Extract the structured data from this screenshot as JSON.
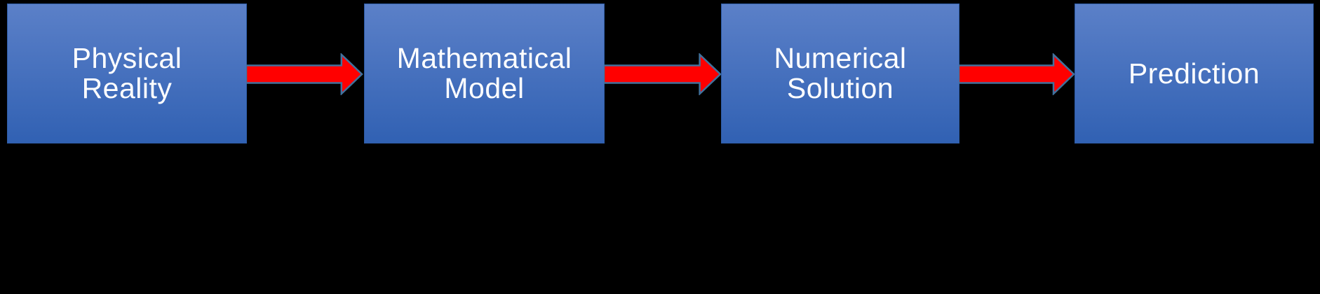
{
  "diagram": {
    "nodes": [
      {
        "id": "physical-reality",
        "label": "Physical\nReality"
      },
      {
        "id": "mathematical-model",
        "label": "Mathematical\nModel"
      },
      {
        "id": "numerical-solution",
        "label": "Numerical\nSolution"
      },
      {
        "id": "prediction",
        "label": "Prediction"
      }
    ],
    "connectors": [
      {
        "from": "physical-reality",
        "to": "mathematical-model",
        "shape": "right-block-arrow"
      },
      {
        "from": "mathematical-model",
        "to": "numerical-solution",
        "shape": "right-block-arrow"
      },
      {
        "from": "numerical-solution",
        "to": "prediction",
        "shape": "right-block-arrow"
      }
    ]
  },
  "colors": {
    "background": "#000000",
    "box_top": "#5B80C8",
    "box_bottom": "#3161B3",
    "box_border": "#2E5CA6",
    "arrow_fill": "#FF0000",
    "arrow_stroke": "#41719C",
    "text": "#FFFFFF"
  }
}
